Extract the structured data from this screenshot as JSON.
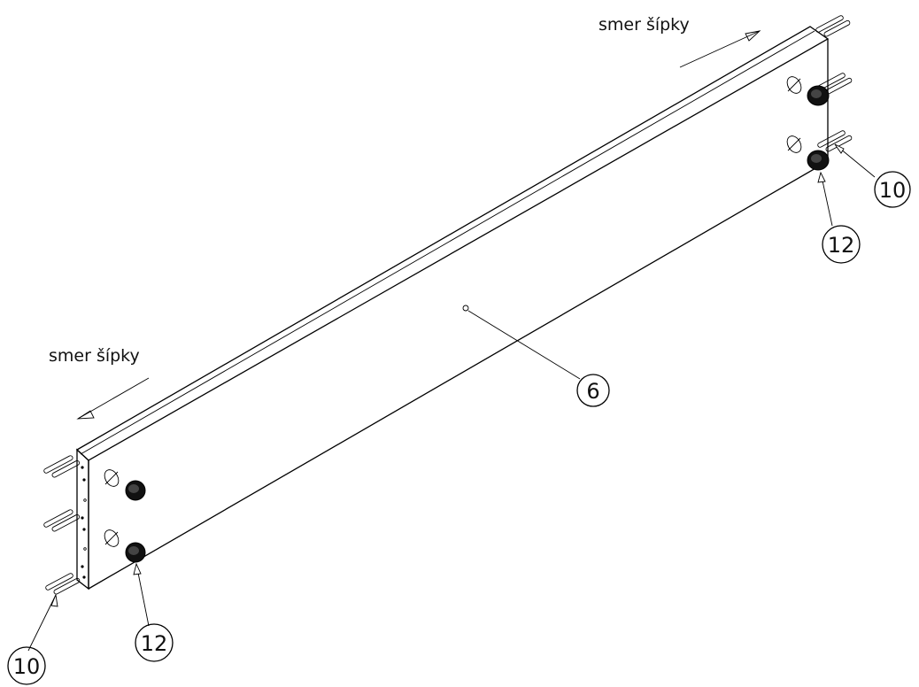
{
  "annotations": {
    "arrow_text_top": "smer šípky",
    "arrow_text_left": "smer šípky"
  },
  "balloons": [
    {
      "id": "balloon-6",
      "label": "6"
    },
    {
      "id": "balloon-10-right",
      "label": "10"
    },
    {
      "id": "balloon-12-right",
      "label": "12"
    },
    {
      "id": "balloon-12-left",
      "label": "12"
    },
    {
      "id": "balloon-10-left",
      "label": "10"
    }
  ],
  "colors": {
    "line": "#000000",
    "background": "#ffffff",
    "knob": "#111111"
  }
}
